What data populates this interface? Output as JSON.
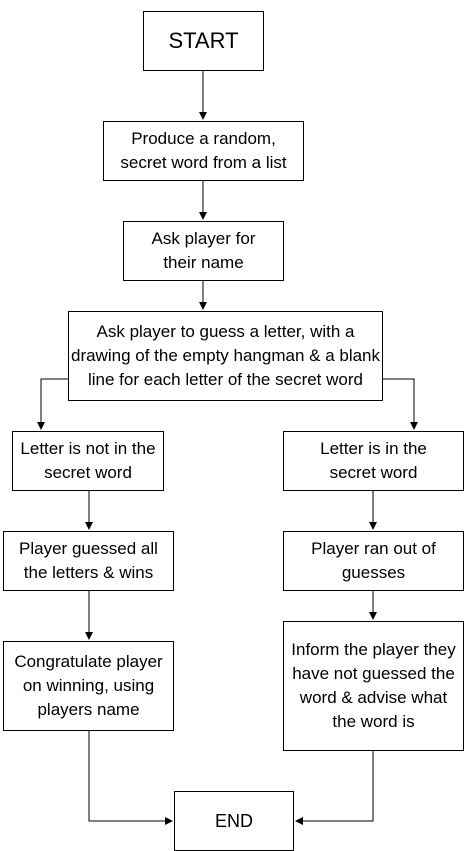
{
  "flowchart": {
    "start": "START",
    "step1": "Produce a random, secret word from a list",
    "step2": "Ask player for their name",
    "step3": "Ask player to guess a letter, with a drawing of the empty hangman & a blank line for each letter of the secret word",
    "left_branch": {
      "check": "Letter is not in the secret word",
      "result": "Player guessed all the letters & wins",
      "action": "Congratulate player on winning, using players name"
    },
    "right_branch": {
      "check": "Letter is in the secret word",
      "result": "Player ran out of guesses",
      "action": "Inform the player they have not guessed the word & advise what the word is"
    },
    "end": "END"
  }
}
